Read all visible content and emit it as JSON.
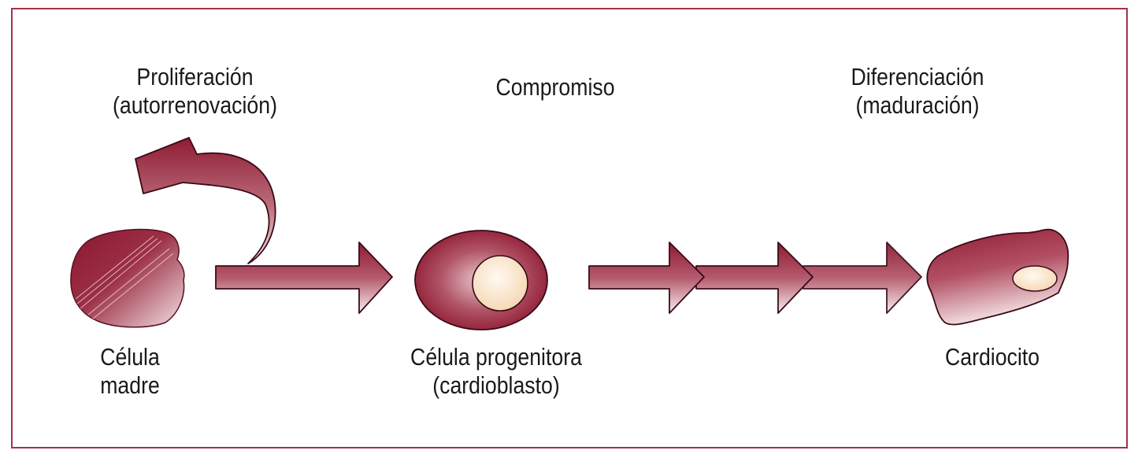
{
  "diagram": {
    "stages": {
      "proliferation": {
        "line1": "Proliferación",
        "line2": "(autorrenovación)"
      },
      "commitment": {
        "line1": "Compromiso"
      },
      "differentiation": {
        "line1": "Diferenciación",
        "line2": "(maduración)"
      }
    },
    "cells": {
      "stem": {
        "line1": "Célula",
        "line2": "madre"
      },
      "progenitor": {
        "line1": "Célula progenitora",
        "line2": "(cardioblasto)"
      },
      "cardiocyte": {
        "line1": "Cardiocito"
      }
    },
    "colors": {
      "frame": "#a3324a",
      "cell_dark": "#8e1b34",
      "cell_light": "#f4e4e6",
      "nucleus": "#fbe3c6",
      "text": "#1a1a1a"
    }
  }
}
